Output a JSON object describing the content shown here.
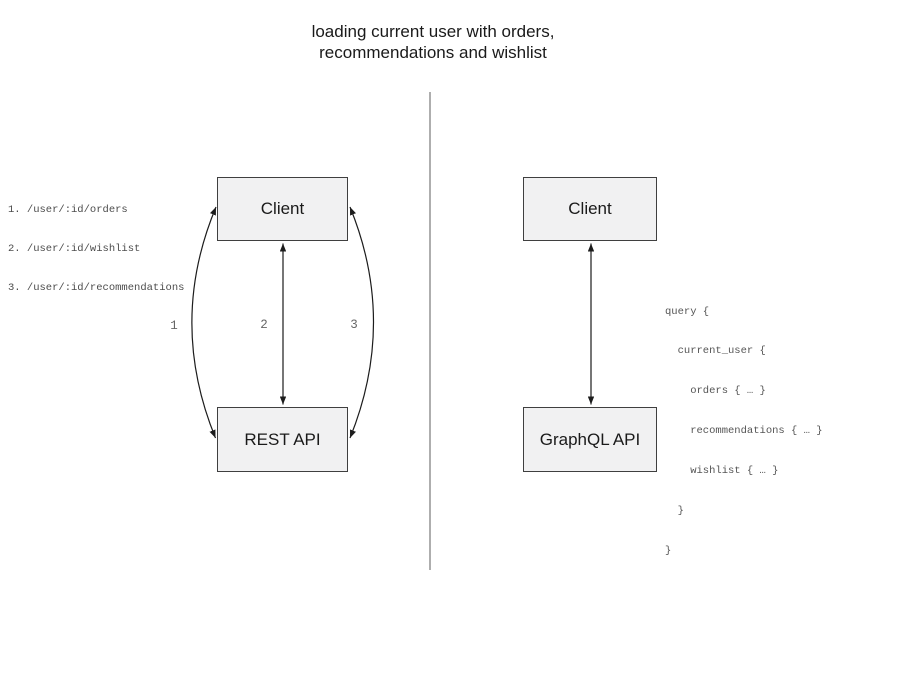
{
  "title": {
    "line1": "loading current user with orders,",
    "line2": "recommendations and wishlist"
  },
  "rest_panel": {
    "endpoints": [
      "1. /user/:id/orders",
      "2. /user/:id/wishlist",
      "3. /user/:id/recommendations"
    ],
    "client_label": "Client",
    "api_label": "REST API",
    "arrow_labels": [
      "1",
      "2",
      "3"
    ]
  },
  "graphql_panel": {
    "client_label": "Client",
    "api_label": "GraphQL API",
    "query_lines": [
      "query {",
      "  current_user {",
      "    orders { … }",
      "    recommendations { … }",
      "    wishlist { … }",
      "  }",
      "}"
    ]
  },
  "colors": {
    "box_fill": "#f1f1f2",
    "box_border": "#3f3f3f",
    "arrow_line": "#1c1c1c",
    "divider": "#8c8c8c",
    "code_text": "#555555",
    "endpoint_text": "#4c4c4c",
    "number_text": "#666666",
    "title_text": "#1a1a1a"
  }
}
